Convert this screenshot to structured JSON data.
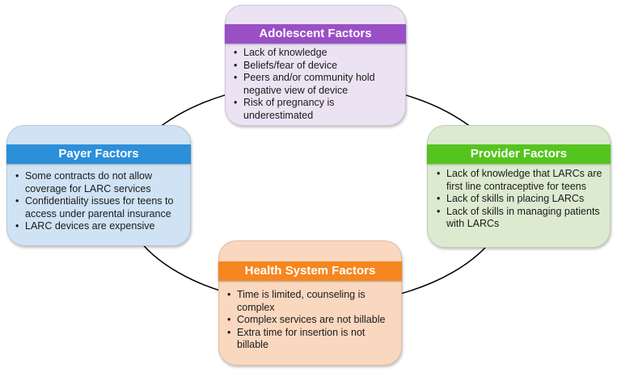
{
  "colors": {
    "adolescent_header": "#9a4fc6",
    "adolescent_box": "#ebe3f3",
    "payer_header": "#2b8fd9",
    "payer_box": "#cfe3f5",
    "provider_header": "#55c41e",
    "provider_box": "#dcebd0",
    "health_header": "#f6861f",
    "health_box": "#f9d8bf",
    "ring": "#000000"
  },
  "boxes": {
    "adolescent": {
      "title": "Adolescent Factors",
      "items": [
        "Lack of knowledge",
        "Beliefs/fear of device",
        "Peers and/or community hold negative view of device",
        "Risk of pregnancy is underestimated"
      ]
    },
    "payer": {
      "title": "Payer Factors",
      "items": [
        "Some contracts do not allow coverage for LARC services",
        "Confidentiality issues for teens to access under parental insurance",
        "LARC devices are expensive"
      ]
    },
    "provider": {
      "title": "Provider Factors",
      "items": [
        "Lack of knowledge that LARCs are first line contraceptive for teens",
        "Lack of skills in placing LARCs",
        "Lack of skills in managing patients with LARCs"
      ]
    },
    "health_system": {
      "title": "Health System Factors",
      "items": [
        "Time is limited, counseling is complex",
        "Complex services are not billable",
        "Extra time for insertion is not billable"
      ]
    }
  }
}
